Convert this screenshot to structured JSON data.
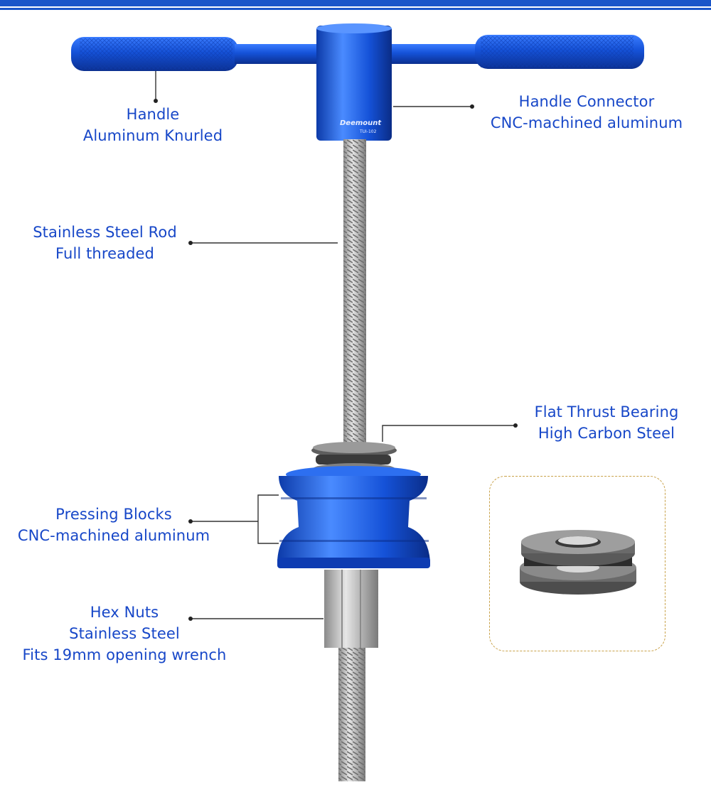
{
  "colors": {
    "label_text": "#1747c8",
    "accent_blue": "#1552d8",
    "steel": "#b4b4b4",
    "frame_border": "#c9a24a"
  },
  "brand": {
    "logo_text": "Deemount",
    "model_text": "TUI-102"
  },
  "callouts": {
    "handle": {
      "line1": "Handle",
      "line2": "Aluminum Knurled"
    },
    "handle_connector": {
      "line1": "Handle Connector",
      "line2": "CNC-machined aluminum"
    },
    "rod": {
      "line1": "Stainless Steel Rod",
      "line2": "Full threaded"
    },
    "bearing": {
      "line1": "Flat Thrust Bearing",
      "line2": "High Carbon Steel"
    },
    "pressing_blocks": {
      "line1": "Pressing Blocks",
      "line2": "CNC-machined aluminum"
    },
    "hex_nuts": {
      "line1": "Hex Nuts",
      "line2": "Stainless Steel",
      "line3": "Fits 19mm opening wrench"
    }
  }
}
